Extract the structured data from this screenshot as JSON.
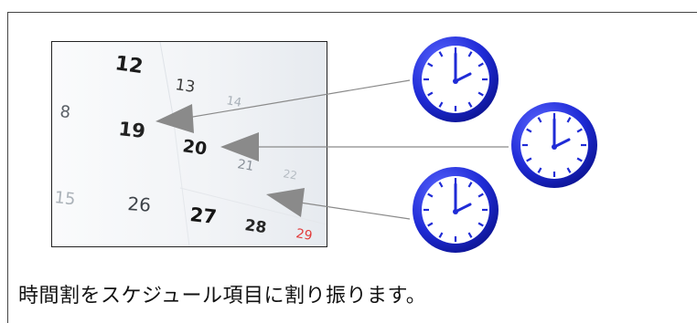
{
  "caption": "時間割をスケジュール項目に割り振ります。",
  "calendar": {
    "numbers": [
      "12",
      "13",
      "14",
      "8",
      "19",
      "20",
      "21",
      "22",
      "15",
      "26",
      "27",
      "28",
      "29"
    ],
    "highlight_number": "29",
    "highlight_color": "#e23b3b"
  },
  "clock_color": "#1f2bd6",
  "arrow_color": "#8a8a8a"
}
